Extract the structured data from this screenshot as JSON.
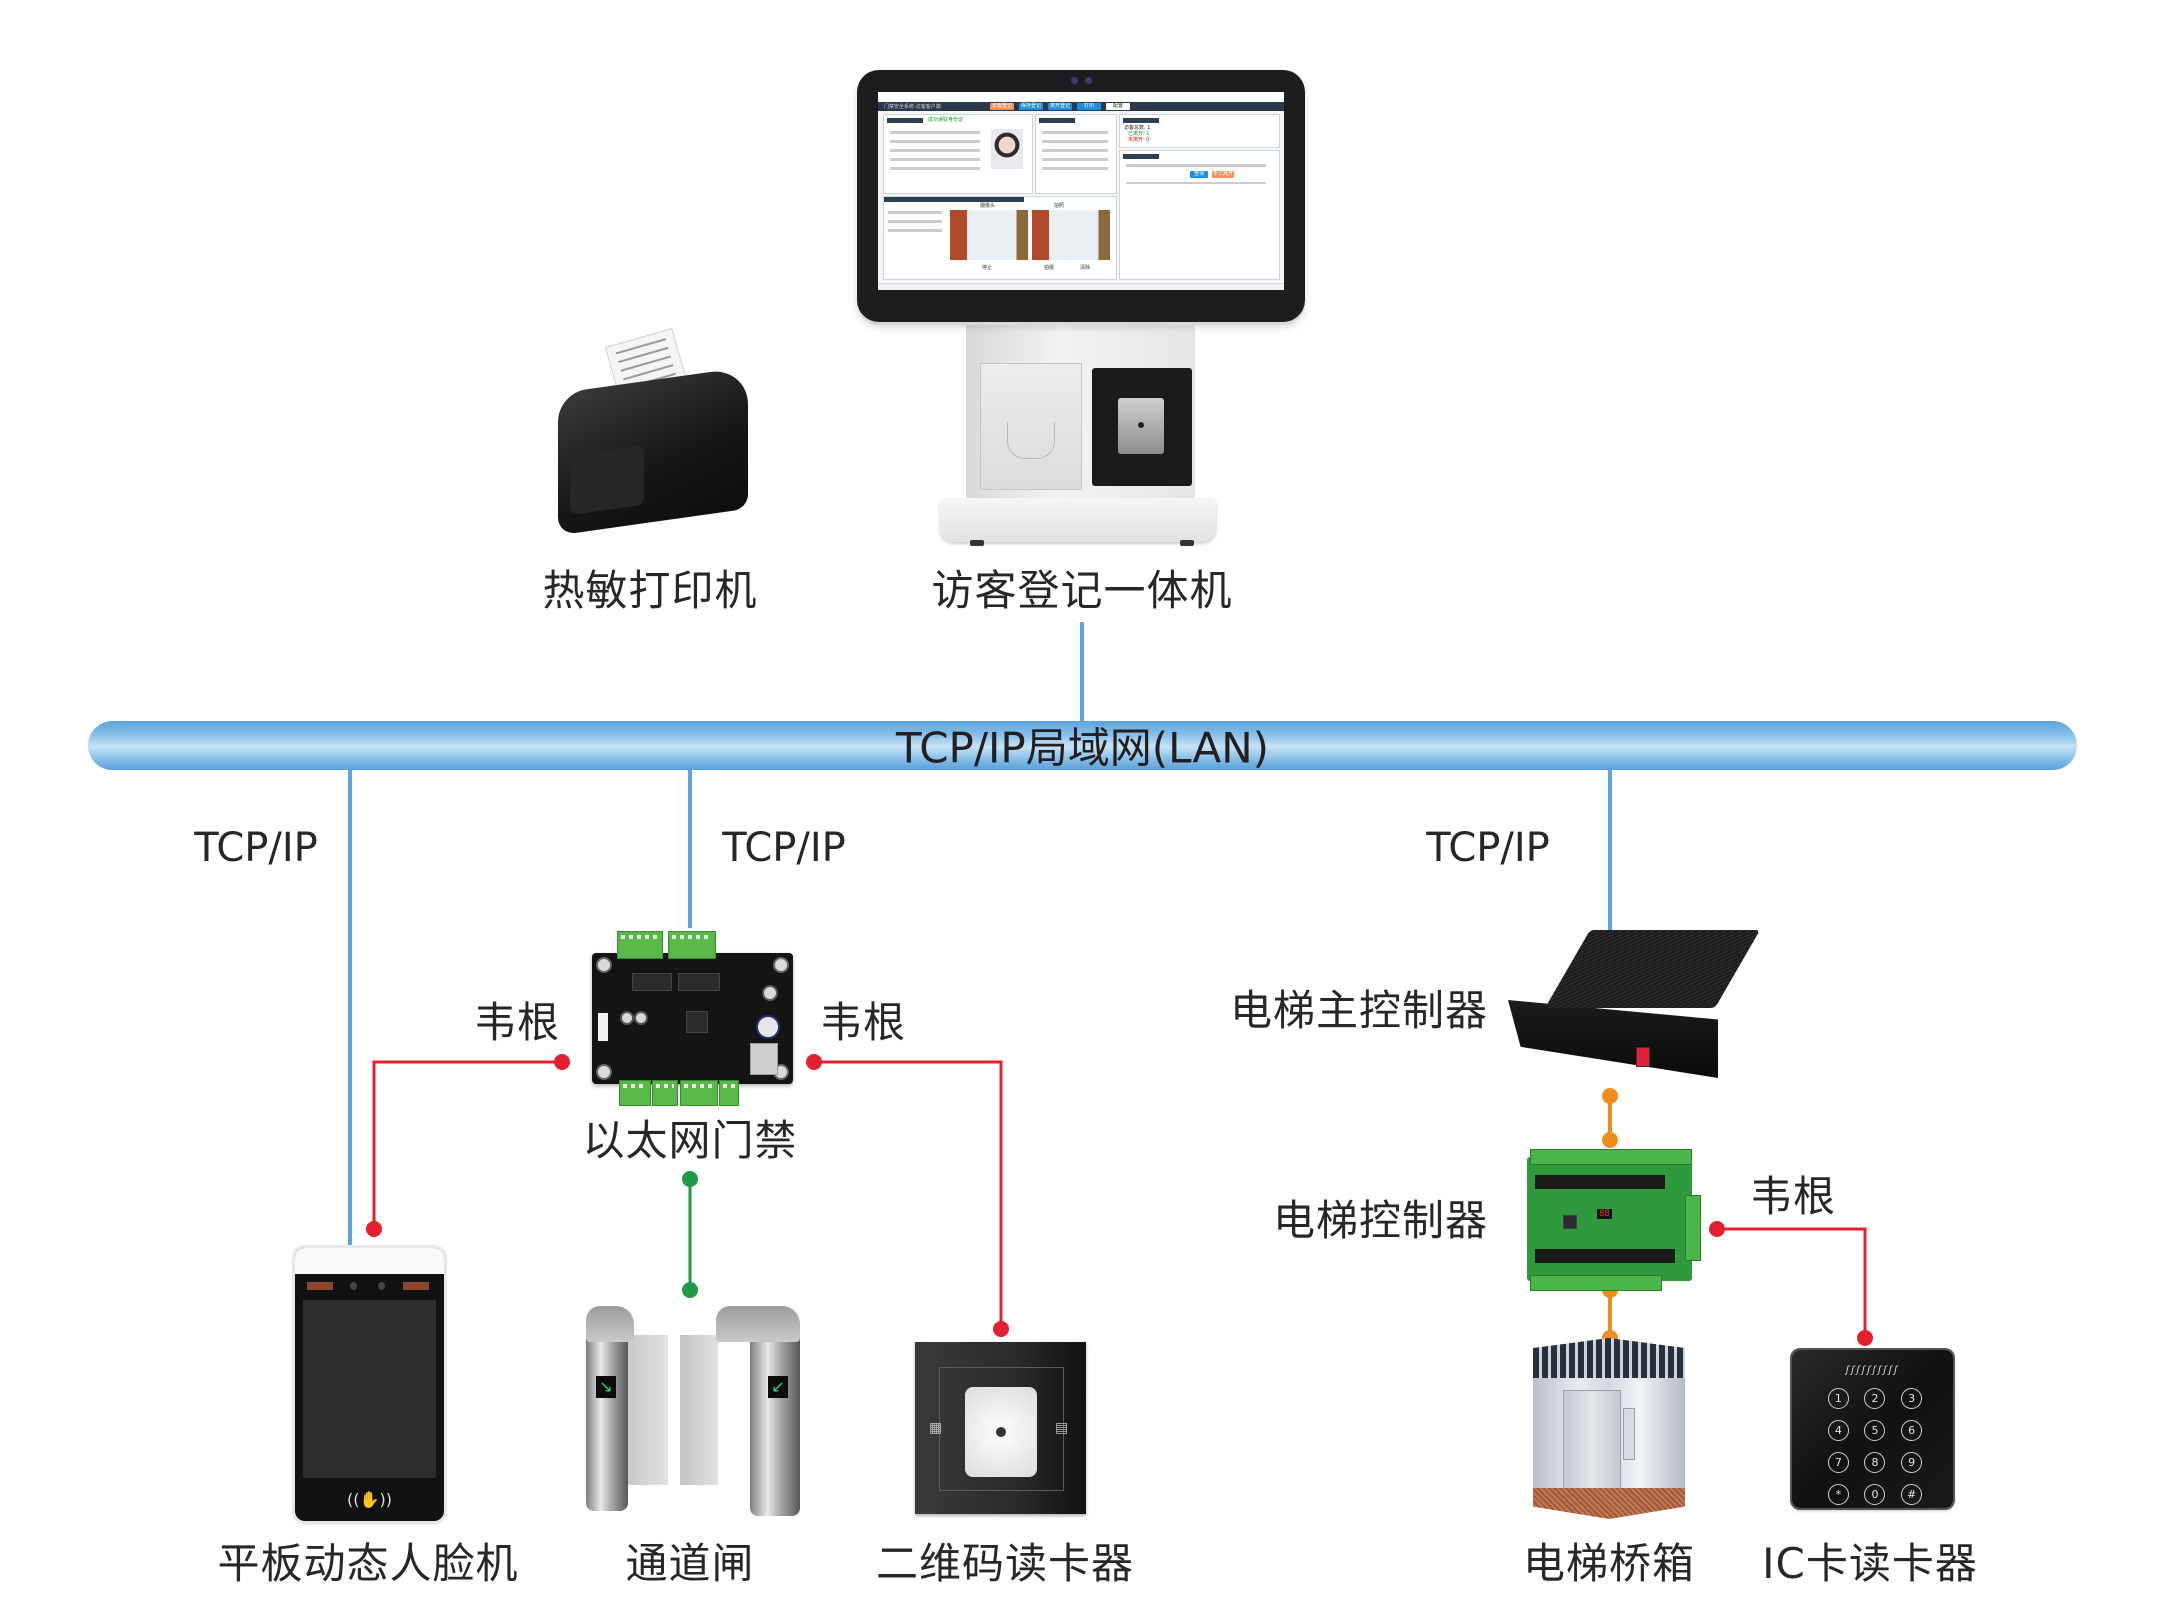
{
  "diagram": {
    "title": "访客登记系统拓扑",
    "network_bus": {
      "label": "TCP/IP局域网(LAN)",
      "color": "#6aaee3"
    },
    "link_colors": {
      "tcpip": "#5aa6dc",
      "wiegand": "#e5202e",
      "gate": "#1e9a47",
      "elevator": "#f08c1e"
    },
    "protocol_labels": {
      "left": "TCP/IP",
      "middle": "TCP/IP",
      "right": "TCP/IP"
    },
    "wiegand_labels": {
      "access_left": "韦根",
      "access_right": "韦根",
      "elevator": "韦根"
    },
    "devices": {
      "thermal_printer": {
        "label": "热敏打印机"
      },
      "visitor_kiosk": {
        "label": "访客登记一体机",
        "screen": {
          "app_title": "门禁安全系统-访客客户端",
          "buttons": [
            "访客登记",
            "保存登记",
            "离开登记",
            "打印",
            "配置"
          ],
          "status_text": "成功读取身份证",
          "stats": [
            {
              "label": "访客总数:",
              "value": "1"
            },
            {
              "label": "已离开:",
              "value": "1"
            },
            {
              "label": "未离开:",
              "value": "0"
            }
          ],
          "query_buttons": [
            "查询",
            "手工离开"
          ],
          "camera_tabs": [
            "摄像头",
            "拍照"
          ],
          "camera_buttons": [
            "停止",
            "拍摄",
            "清除"
          ],
          "photo_buttons": [
            "拍摄",
            "清除"
          ]
        }
      },
      "access_controller": {
        "label": "以太网门禁"
      },
      "face_tablet": {
        "label": "平板动态人脸机"
      },
      "turnstile": {
        "label": "通道闸"
      },
      "qr_reader": {
        "label": "二维码读卡器"
      },
      "elevator_main_controller": {
        "label": "电梯主控制器"
      },
      "elevator_controller": {
        "label": "电梯控制器",
        "display": "88"
      },
      "elevator_car": {
        "label": "电梯桥箱"
      },
      "ic_reader": {
        "label": "IC卡读卡器",
        "keys": [
          "1",
          "2",
          "3",
          "4",
          "5",
          "6",
          "7",
          "8",
          "9",
          "*",
          "0",
          "#"
        ]
      }
    }
  }
}
